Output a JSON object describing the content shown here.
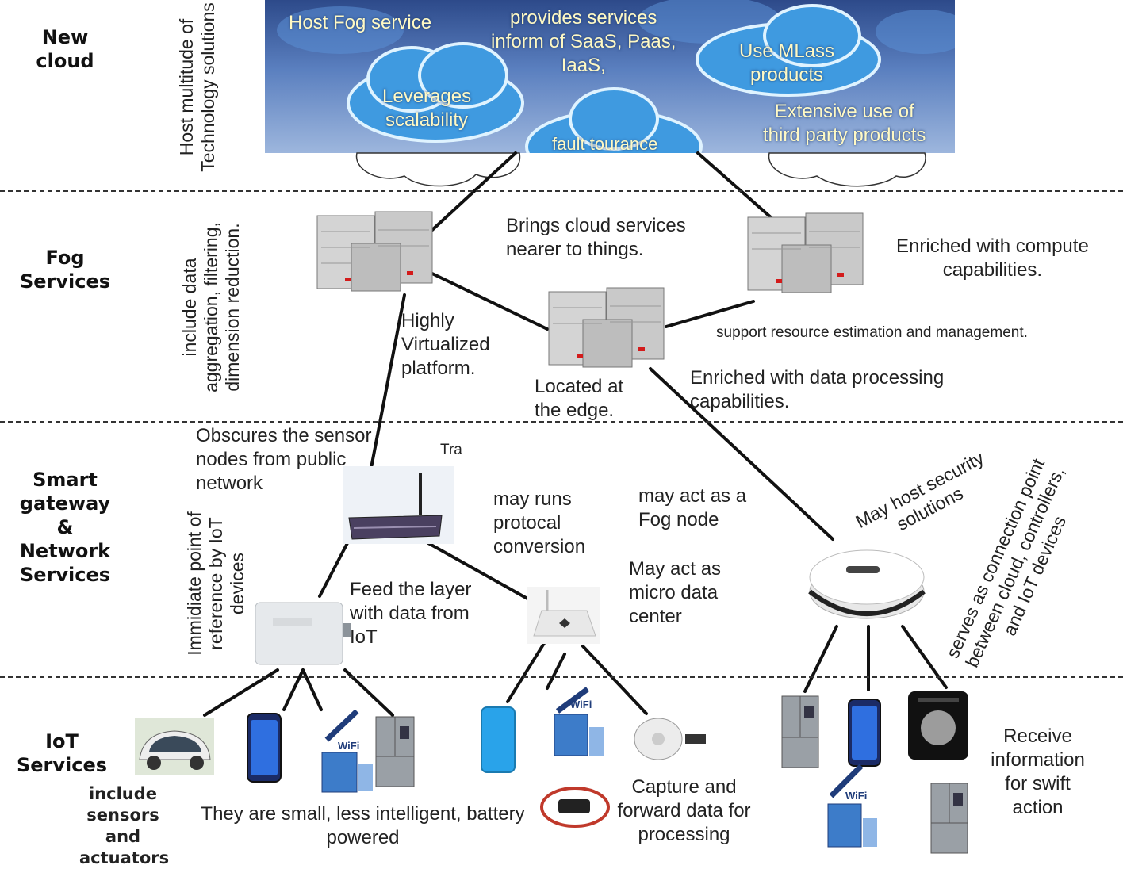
{
  "layers": {
    "new_cloud": "New\ncloud",
    "fog": "Fog\nServices",
    "gateway": "Smart\ngateway\n&\nNetwork\nServices",
    "iot": "IoT\nServices"
  },
  "side_notes": {
    "cloud": "Host multitude of\nTechnology solutions",
    "fog": "include data\naggregation, filtering,\ndimension reduction.",
    "gateway": "Immidiate point of\nreference by IoT\ndevices",
    "iot": "include\nsensors\nand\nactuators"
  },
  "cloud_texts": {
    "host_fog": "Host Fog service",
    "provides": "provides services\ninform of SaaS, Paas,\nIaaS,",
    "use_mlass": "Use MLass\nproducts",
    "leverages": "Leverages\nscalability",
    "extensive": "Extensive use of\nthird party products",
    "fault": "fault tourance"
  },
  "fog_texts": {
    "brings": "Brings cloud services\nnearer to things.",
    "enriched_compute": "Enriched with compute\ncapabilities.",
    "highly": "Highly\nVirtualized\nplatform.",
    "support": "support resource estimation and management.",
    "located": "Located at\nthe edge.",
    "enriched_data": "Enriched with data processing\ncapabilities."
  },
  "gateway_texts": {
    "obscures": "Obscures the sensor\nnodes from public\nnetwork",
    "tra": "Tra",
    "protocol": "may runs\nprotocal\nconversion",
    "fog_node": "may act as a\nFog node",
    "micro": "May act as\nmicro data\ncenter",
    "feed": "Feed the layer\nwith data from\nIoT",
    "security": "May host security\nsolutions",
    "connection": "serves as connection point\nbetween cloud, controllers,\nand IoT devices"
  },
  "iot_texts": {
    "small": "They are small, less intelligent, battery\npowered",
    "capture": "Capture and\nforward data for\nprocessing",
    "receive": "Receive\ninformation\nfor swift\naction"
  },
  "device_labels": {
    "wifi": "WiFi"
  },
  "colors": {
    "cloud_dark": "#2d4a8a",
    "cloud_light": "#9db6dd",
    "cloud_text": "#fff9c4",
    "server": "#b8b8b8",
    "phone": "#1f6fe0",
    "fridge": "#9aa0a6",
    "module": "#3d7cc9"
  },
  "icons": [
    "server-icon",
    "router-icon",
    "gateway-box-icon",
    "hub-icon",
    "smart-car-icon",
    "smartphone-icon",
    "wifi-module-icon",
    "refrigerator-icon",
    "smoke-detector-icon",
    "cable-icon",
    "thermostat-icon"
  ]
}
